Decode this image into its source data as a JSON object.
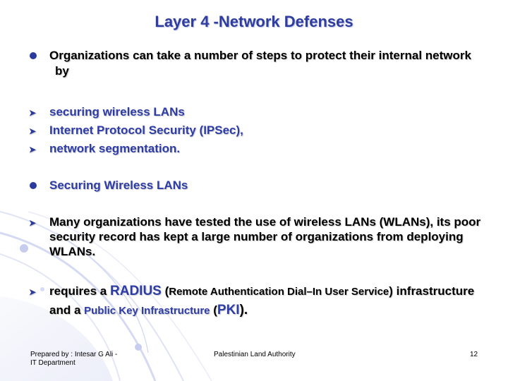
{
  "slide": {
    "title": "Layer 4 -Network Defenses",
    "intro": "Organizations can take a number of steps to protect their internal network by",
    "steps": [
      "securing wireless LANs",
      "Internet Protocol Security (IPSec),",
      "network segmentation."
    ],
    "section_heading": "Securing Wireless LANs",
    "para1": "Many organizations have tested the use of wireless LANs (WLANs), its poor security record has kept a large number of organizations from deploying WLANs.",
    "para2": {
      "requires": "requires a ",
      "radius": "RADIUS",
      "open_paren": " (",
      "radius_expansion": "Remote Authentication Dial–In User Service",
      "close_paren": ")",
      "infra": " infrastructure and a ",
      "pki_full": "Public Key Infrastructure",
      "open_paren2": " (",
      "pki": "PKI",
      "end": ")."
    }
  },
  "footer": {
    "left_line1": "Prepared by : Intesar G Ali -",
    "left_line2": "IT Department",
    "center": "Palestinian Land Authority",
    "page_number": "12"
  },
  "colors": {
    "title": "#2e3d9e",
    "accent_blue": "#2e3ca6",
    "bullet": "#2b3a9e",
    "swirl": "#d9def3"
  }
}
